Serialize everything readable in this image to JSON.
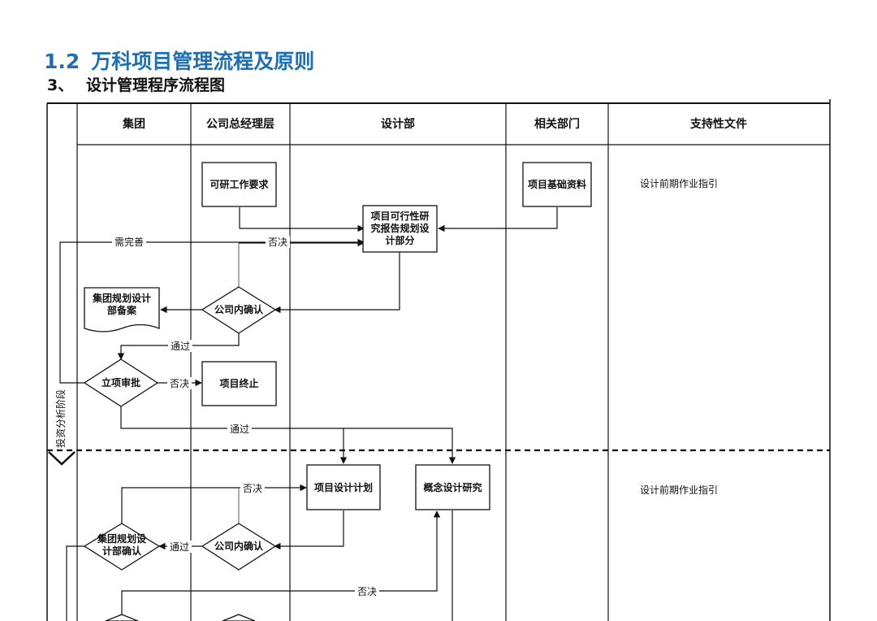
{
  "page": {
    "title_number": "1.2",
    "title_text": "万科项目管理流程及原则",
    "subtitle_number": "3、",
    "subtitle_text": "设计管理程序流程图"
  },
  "lanes": {
    "group": "集团",
    "gm": "公司总经理层",
    "design": "设计部",
    "related": "相关部门",
    "docs": "支持性文件"
  },
  "phase": {
    "label": "投资分析阶段"
  },
  "nodes": {
    "feasibility_req": "可研工作要求",
    "project_basic_info": "项目基础资料",
    "feasibility_report": [
      "项目可行性研",
      "究报告规划设",
      "计部分"
    ],
    "group_filing": [
      "集团规划设计",
      "部备案"
    ],
    "company_confirm_1": "公司内确认",
    "project_approval": "立项审批",
    "project_termination": "项目终止",
    "design_plan": "项目设计计划",
    "concept_study": "概念设计研究",
    "company_confirm_2": "公司内确认",
    "group_confirm": [
      "集团规划设",
      "计部确认"
    ]
  },
  "edge_labels": {
    "needs_improvement": "需完善",
    "rejected_1": "否决",
    "passed_1": "通过",
    "rejected_2": "否决",
    "passed_2": "通过",
    "rejected_3": "否决",
    "passed_3": "通过",
    "rejected_4": "否决"
  },
  "support_docs": {
    "doc_1": "设计前期作业指引",
    "doc_2": "设计前期作业指引"
  }
}
